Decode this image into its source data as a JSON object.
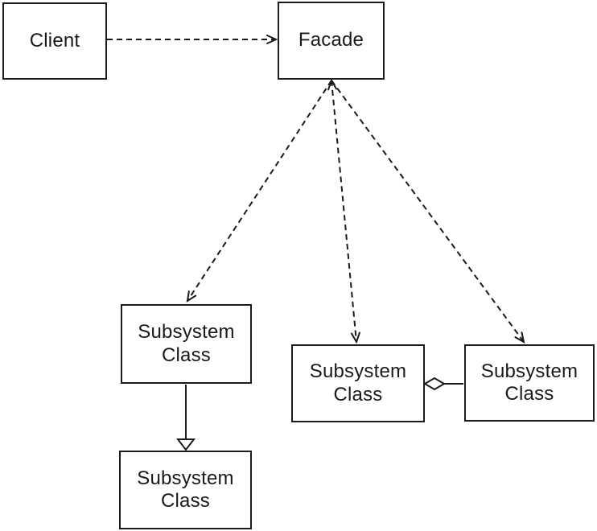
{
  "figure": {
    "type": "uml-class-diagram",
    "pattern": "Facade"
  },
  "nodes": {
    "client": {
      "label": "Client"
    },
    "facade": {
      "label": "Facade"
    },
    "subsystem_left": {
      "label": "Subsystem\nClass"
    },
    "subsystem_left_child": {
      "label": "Subsystem\nClass"
    },
    "subsystem_center": {
      "label": "Subsystem\nClass"
    },
    "subsystem_right": {
      "label": "Subsystem\nClass"
    }
  },
  "edges": [
    {
      "id": "client-to-facade",
      "from": "client",
      "to": "facade",
      "line": "dashed",
      "arrowhead": "open"
    },
    {
      "id": "facade-to-subsystem-left",
      "from": "facade",
      "to": "subsystem_left",
      "line": "dashed",
      "arrowhead": "open"
    },
    {
      "id": "facade-to-subsystem-center",
      "from": "facade",
      "to": "subsystem_center",
      "line": "dashed",
      "arrowhead": "open-both-ends"
    },
    {
      "id": "facade-to-subsystem-right",
      "from": "facade",
      "to": "subsystem_right",
      "line": "dashed",
      "arrowhead": "open"
    },
    {
      "id": "subsystem-left-generalization",
      "from": "subsystem_left",
      "to": "subsystem_left_child",
      "line": "solid",
      "arrowhead": "hollow-triangle"
    },
    {
      "id": "subsystem-center-aggregation",
      "from": "subsystem_center",
      "to": "subsystem_right",
      "line": "solid",
      "arrowhead": "hollow-diamond"
    }
  ],
  "colors": {
    "line": "#1a1a1a",
    "node_fill": "#ffffff",
    "background": "#ffffff"
  }
}
